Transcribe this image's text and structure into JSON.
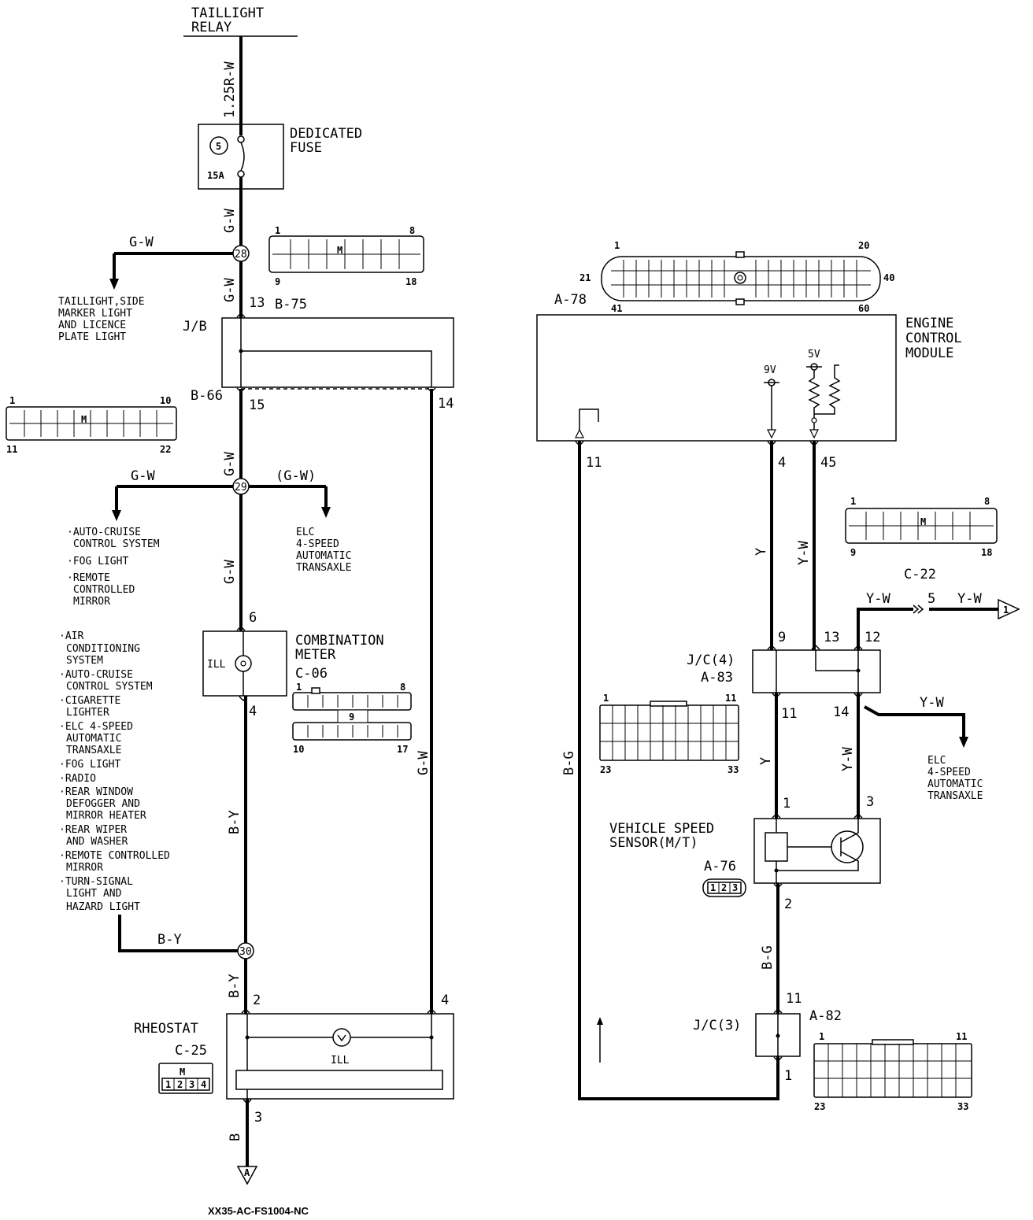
{
  "left": {
    "taillight_relay": [
      "TAILLIGHT",
      "RELAY"
    ],
    "wire_125rw": "1.25R-W",
    "fuse_label": [
      "DEDICATED",
      "FUSE"
    ],
    "fuse_number": "5",
    "fuse_rating": "15A",
    "wire_gw": "G-W",
    "wire_gw_paren": "(G-W)",
    "conn_18": {
      "tl": "1",
      "tr": "8",
      "bl": "9",
      "br": "18"
    },
    "splice_28": "28",
    "taillight_side": [
      "TAILLIGHT,SIDE",
      "MARKER LIGHT",
      "AND LICENCE",
      "PLATE LIGHT"
    ],
    "jb_label": "J/B",
    "b75": "B-75",
    "b66": "B-66",
    "pin_13": "13",
    "pin_15": "15",
    "pin_14": "14",
    "conn_22": {
      "tl": "1",
      "tr": "10",
      "bl": "11",
      "br": "22"
    },
    "splice_29": "29",
    "systems_a": [
      "·AUTO-CRUISE",
      "CONTROL SYSTEM",
      "·FOG LIGHT",
      "·REMOTE",
      "CONTROLLED",
      "MIRROR"
    ],
    "elc_a": [
      "ELC",
      "4-SPEED",
      "AUTOMATIC",
      "TRANSAXLE"
    ],
    "pin_6": "6",
    "pin_4": "4",
    "meter_ill": "ILL",
    "meter_label": [
      "COMBINATION",
      "METER"
    ],
    "c06": "C-06",
    "conn_17": {
      "tl": "1",
      "tr": "8",
      "mid": "9",
      "bl": "10",
      "br": "17"
    },
    "systems_b": [
      "·AIR",
      "CONDITIONING",
      "SYSTEM",
      "·AUTO-CRUISE",
      "CONTROL SYSTEM",
      "·CIGARETTE",
      "LIGHTER",
      "·ELC 4-SPEED",
      "AUTOMATIC",
      "TRANSAXLE",
      "·FOG LIGHT",
      "·RADIO",
      "·REAR WINDOW",
      "DEFOGGER AND",
      "MIRROR HEATER",
      "·REAR WIPER",
      "AND WASHER",
      "·REMOTE CONTROLLED",
      "MIRROR",
      "·TURN-SIGNAL",
      "LIGHT AND",
      "HAZARD LIGHT"
    ],
    "wire_by": "B-Y",
    "splice_30": "30",
    "pin_2": "2",
    "pin_4b": "4",
    "pin_3": "3",
    "rheostat": "RHEOSTAT",
    "c25": "C-25",
    "c25_pins": [
      "1",
      "2",
      "3",
      "4"
    ],
    "rheo_ill": "ILL",
    "wire_b": "B",
    "ground_a": "A",
    "code": "XX35-AC-FS1004-NC"
  },
  "right": {
    "ecm_conn": {
      "p1": "1",
      "p20": "20",
      "p21": "21",
      "p40": "40",
      "p41": "41",
      "p60": "60"
    },
    "a78": "A-78",
    "ecm_label": [
      "ENGINE",
      "CONTROL",
      "MODULE"
    ],
    "v9": "9V",
    "v5": "5V",
    "pin_11": "11",
    "pin_4": "4",
    "pin_45": "45",
    "conn_c22": {
      "tl": "1",
      "tr": "8",
      "bl": "9",
      "br": "18"
    },
    "c22": "C-22",
    "wire_y": "Y",
    "wire_yw": "Y-W",
    "wire_bg": "B-G",
    "pin_5": "5",
    "ref_1": "1",
    "jc4_pins": {
      "p9": "9",
      "p13": "13",
      "p12": "12",
      "p11": "11",
      "p14": "14"
    },
    "jc4": "J/C(4)",
    "a83": "A-83",
    "conn_33a": {
      "tl": "1",
      "tr": "11",
      "bl": "23",
      "br": "33"
    },
    "elc_b": [
      "ELC",
      "4-SPEED",
      "AUTOMATIC",
      "TRANSAXLE"
    ],
    "vss_pins": {
      "p1": "1",
      "p3": "3",
      "p2": "2"
    },
    "vss_label": [
      "VEHICLE SPEED",
      "SENSOR(M/T)"
    ],
    "a76": "A-76",
    "a76_pins": [
      "1",
      "2",
      "3"
    ],
    "jc3_pins": {
      "p11": "11",
      "p1": "1"
    },
    "jc3": "J/C(3)",
    "a82": "A-82",
    "conn_33b": {
      "tl": "1",
      "tr": "11",
      "bl": "23",
      "br": "33"
    }
  }
}
